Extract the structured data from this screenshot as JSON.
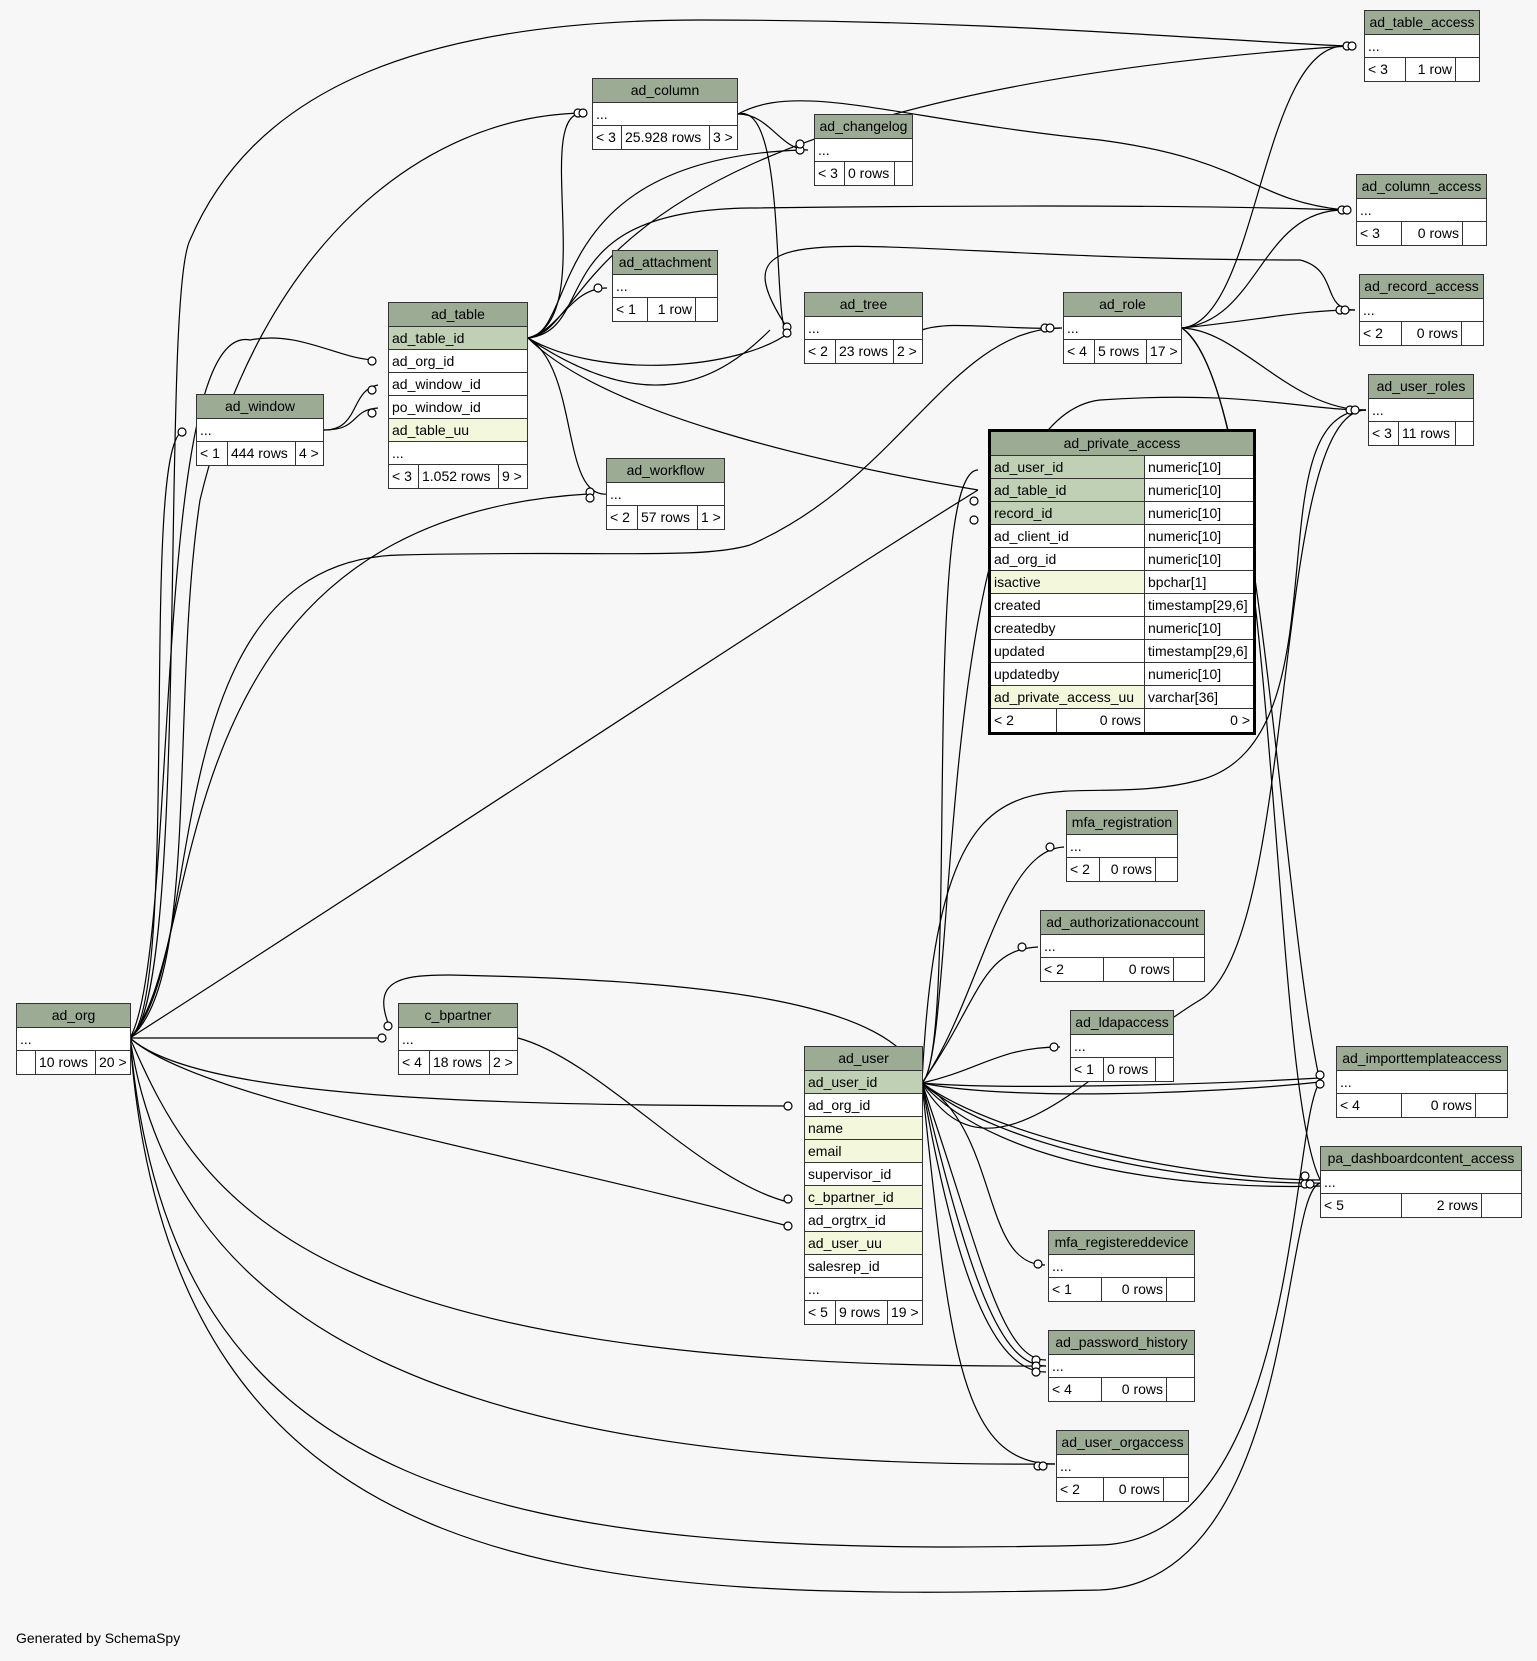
{
  "footer": "Generated by SchemaSpy",
  "colors": {
    "header": "#9cab94",
    "primary_key": "#bfd0b5",
    "indexed": "#f3f7dc",
    "background": "#f7f7f7"
  },
  "tables": {
    "ad_table_access": {
      "name": "ad_table_access",
      "rows": [
        "..."
      ],
      "parents": "< 3",
      "count": "1 row",
      "children": ""
    },
    "ad_column": {
      "name": "ad_column",
      "rows": [
        "..."
      ],
      "parents": "< 3",
      "count": "25.928 rows",
      "children": "3 >"
    },
    "ad_changelog": {
      "name": "ad_changelog",
      "rows": [
        "..."
      ],
      "parents": "< 3",
      "count": "0 rows",
      "children": ""
    },
    "ad_column_access": {
      "name": "ad_column_access",
      "rows": [
        "..."
      ],
      "parents": "< 3",
      "count": "0 rows",
      "children": ""
    },
    "ad_attachment": {
      "name": "ad_attachment",
      "rows": [
        "..."
      ],
      "parents": "< 1",
      "count": "1 row",
      "children": ""
    },
    "ad_record_access": {
      "name": "ad_record_access",
      "rows": [
        "..."
      ],
      "parents": "< 2",
      "count": "0 rows",
      "children": ""
    },
    "ad_table": {
      "name": "ad_table",
      "rows": [
        "ad_table_id",
        "ad_org_id",
        "ad_window_id",
        "po_window_id",
        "ad_table_uu",
        "..."
      ],
      "parents": "< 3",
      "count": "1.052 rows",
      "children": "9 >"
    },
    "ad_tree": {
      "name": "ad_tree",
      "rows": [
        "..."
      ],
      "parents": "< 2",
      "count": "23 rows",
      "children": "2 >"
    },
    "ad_role": {
      "name": "ad_role",
      "rows": [
        "..."
      ],
      "parents": "< 4",
      "count": "5 rows",
      "children": "17 >"
    },
    "ad_user_roles": {
      "name": "ad_user_roles",
      "rows": [
        "..."
      ],
      "parents": "< 3",
      "count": "11 rows",
      "children": ""
    },
    "ad_window": {
      "name": "ad_window",
      "rows": [
        "..."
      ],
      "parents": "< 1",
      "count": "444 rows",
      "children": "4 >"
    },
    "ad_workflow": {
      "name": "ad_workflow",
      "rows": [
        "..."
      ],
      "parents": "< 2",
      "count": "57 rows",
      "children": "1 >"
    },
    "mfa_registration": {
      "name": "mfa_registration",
      "rows": [
        "..."
      ],
      "parents": "< 2",
      "count": "0 rows",
      "children": ""
    },
    "ad_authorizationaccount": {
      "name": "ad_authorizationaccount",
      "rows": [
        "..."
      ],
      "parents": "< 2",
      "count": "0 rows",
      "children": ""
    },
    "ad_ldapaccess": {
      "name": "ad_ldapaccess",
      "rows": [
        "..."
      ],
      "parents": "< 1",
      "count": "0 rows",
      "children": ""
    },
    "ad_org": {
      "name": "ad_org",
      "rows": [
        "..."
      ],
      "parents": "",
      "count": "10 rows",
      "children": "20 >"
    },
    "c_bpartner": {
      "name": "c_bpartner",
      "rows": [
        "..."
      ],
      "parents": "< 4",
      "count": "18 rows",
      "children": "2 >"
    },
    "ad_user": {
      "name": "ad_user",
      "rows": [
        "ad_user_id",
        "ad_org_id",
        "name",
        "email",
        "supervisor_id",
        "c_bpartner_id",
        "ad_orgtrx_id",
        "ad_user_uu",
        "salesrep_id",
        "..."
      ],
      "parents": "< 5",
      "count": "9 rows",
      "children": "19 >"
    },
    "ad_importtemplateaccess": {
      "name": "ad_importtemplateaccess",
      "rows": [
        "..."
      ],
      "parents": "< 4",
      "count": "0 rows",
      "children": ""
    },
    "pa_dashboardcontent_access": {
      "name": "pa_dashboardcontent_access",
      "rows": [
        "..."
      ],
      "parents": "< 5",
      "count": "2 rows",
      "children": ""
    },
    "mfa_registereddevice": {
      "name": "mfa_registereddevice",
      "rows": [
        "..."
      ],
      "parents": "< 1",
      "count": "0 rows",
      "children": ""
    },
    "ad_password_history": {
      "name": "ad_password_history",
      "rows": [
        "..."
      ],
      "parents": "< 4",
      "count": "0 rows",
      "children": ""
    },
    "ad_user_orgaccess": {
      "name": "ad_user_orgaccess",
      "rows": [
        "..."
      ],
      "parents": "< 2",
      "count": "0 rows",
      "children": ""
    },
    "ad_private_access": {
      "name": "ad_private_access",
      "columns": [
        {
          "name": "ad_user_id",
          "type": "numeric[10]"
        },
        {
          "name": "ad_table_id",
          "type": "numeric[10]"
        },
        {
          "name": "record_id",
          "type": "numeric[10]"
        },
        {
          "name": "ad_client_id",
          "type": "numeric[10]"
        },
        {
          "name": "ad_org_id",
          "type": "numeric[10]"
        },
        {
          "name": "isactive",
          "type": "bpchar[1]"
        },
        {
          "name": "created",
          "type": "timestamp[29,6]"
        },
        {
          "name": "createdby",
          "type": "numeric[10]"
        },
        {
          "name": "updated",
          "type": "timestamp[29,6]"
        },
        {
          "name": "updatedby",
          "type": "numeric[10]"
        },
        {
          "name": "ad_private_access_uu",
          "type": "varchar[36]"
        }
      ],
      "parents": "< 2",
      "count": "0 rows",
      "children": "0 >"
    }
  }
}
